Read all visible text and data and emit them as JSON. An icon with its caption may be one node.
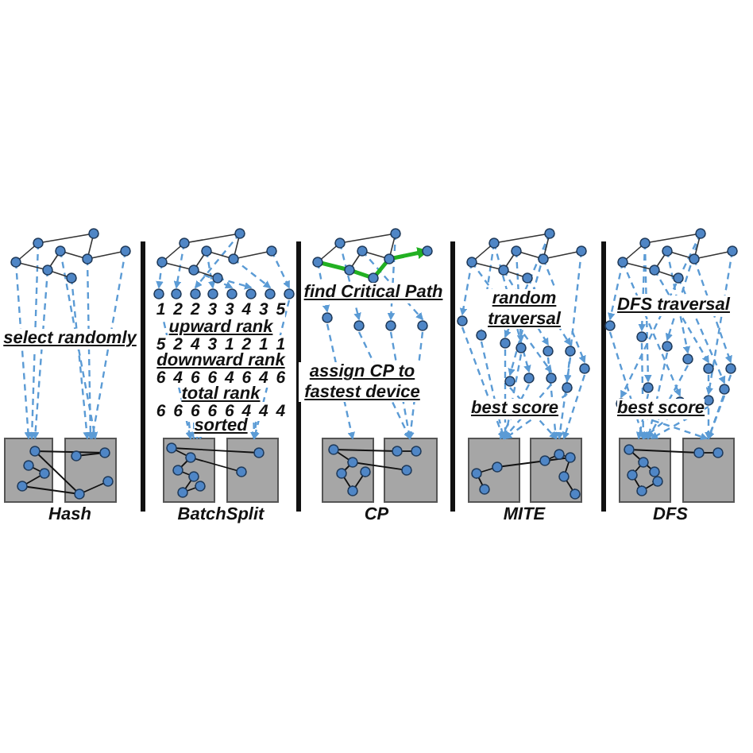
{
  "diagram": {
    "labels": [
      "select randomly",
      "Hash",
      "1 2 2 3 3 4 3 5",
      "upward rank",
      "5 2 4 3 1 2 1 1",
      "downward rank",
      "6 4 6 6 4 6 4 6",
      "total rank",
      "6 6 6 6 6 4 4 4",
      "sorted",
      "BatchSplit",
      "find Critical Path",
      "assign CP to fastest device",
      "CP",
      "random traversal",
      "best score",
      "MITE",
      "DFS traversal",
      "best score",
      "DFS"
    ]
  }
}
